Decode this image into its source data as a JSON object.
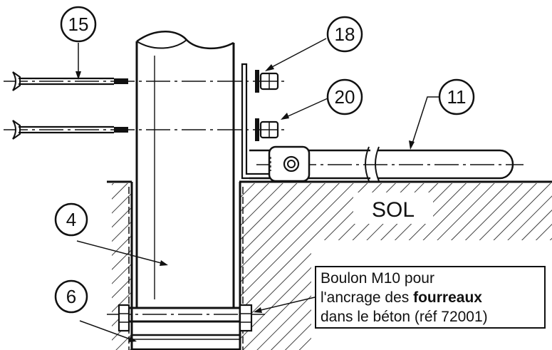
{
  "callouts": {
    "c15": "15",
    "c18": "18",
    "c20": "20",
    "c11": "11",
    "c4": "4",
    "c6": "6"
  },
  "ground_label": "SOL",
  "note": {
    "line1": "Boulon M10 pour",
    "line2_prefix": "l'ancrage des ",
    "line2_bold": "fourreaux",
    "line3": "dans le béton (réf 72001)"
  },
  "colors": {
    "ink": "#111111",
    "background": "#ffffff"
  }
}
